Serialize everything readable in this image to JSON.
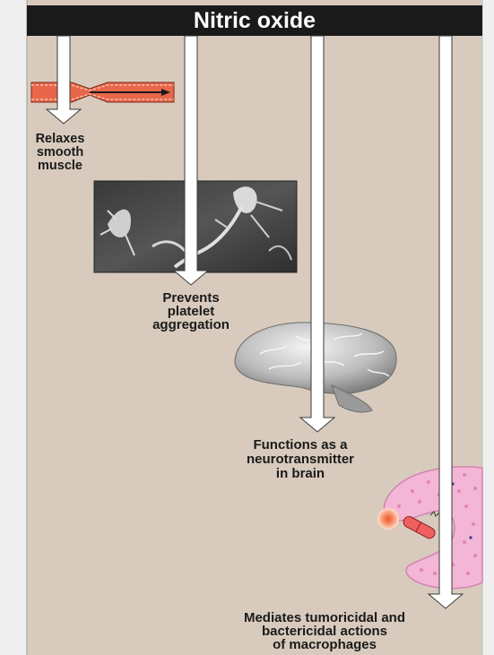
{
  "title": "Nitric oxide",
  "effects": [
    {
      "lines": [
        "Relaxes",
        "smooth",
        "muscle"
      ]
    },
    {
      "lines": [
        "Prevents",
        "platelet",
        "aggregation"
      ]
    },
    {
      "lines": [
        "Functions as a",
        "neurotransmitter",
        "in brain"
      ]
    },
    {
      "lines": [
        "Mediates tumoricidal and",
        "bactericidal actions",
        "of macrophages"
      ]
    }
  ],
  "icons": {
    "vessel": "blood-vessel-icon",
    "platelets": "platelet-micrograph",
    "brain": "brain-illustration",
    "macrophage": "macrophage-cell-illustration"
  },
  "colors": {
    "background": "#d8cbbd",
    "title_bar": "#1a1a1a",
    "arrow_fill": "#ffffff",
    "vessel": "#e8664a",
    "macrophage": "#f3b6d6"
  }
}
